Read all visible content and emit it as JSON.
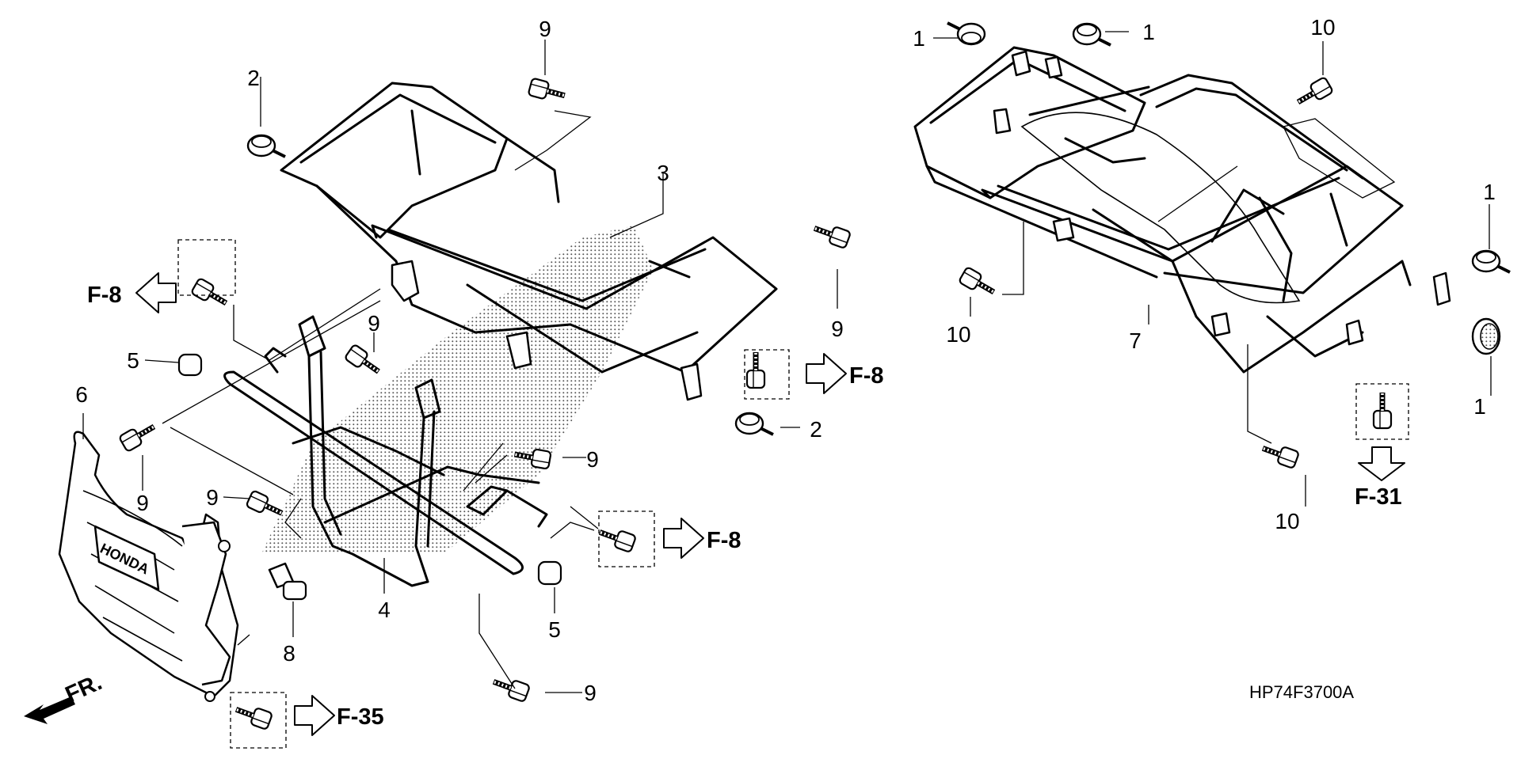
{
  "diagram_code": "HP74F3700A",
  "front_label": "FR.",
  "part_numbers": {
    "p1": "1",
    "p2": "2",
    "p3": "3",
    "p4": "4",
    "p5": "5",
    "p6": "6",
    "p7": "7",
    "p8": "8",
    "p9": "9",
    "p10": "10"
  },
  "references": {
    "f8": "F-8",
    "f31": "F-31",
    "f35": "F-35"
  },
  "emblem_text": "HONDA"
}
